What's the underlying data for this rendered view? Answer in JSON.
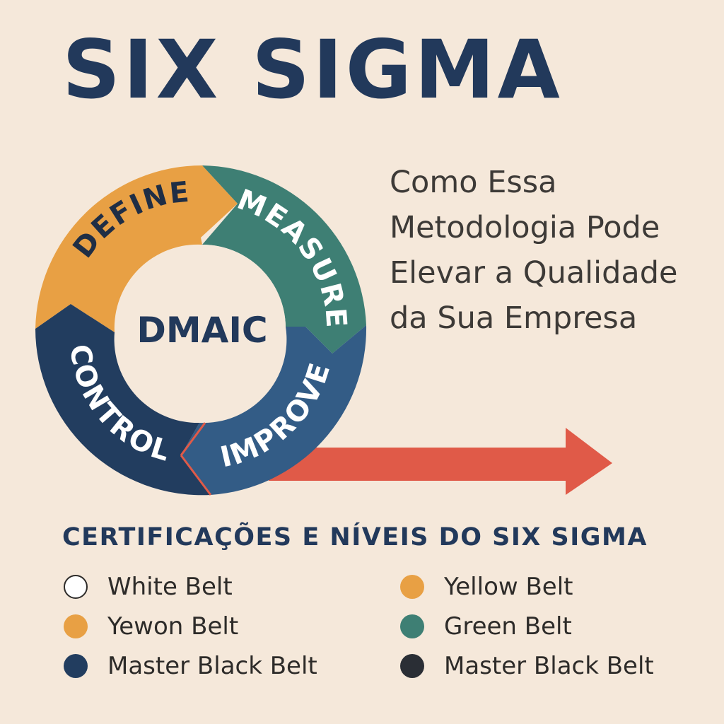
{
  "title": "SIX SIGMA",
  "subtitle": {
    "lines": [
      "Como Essa",
      "Metodologia Pode",
      "Elevar a Qualidade",
      "da Sua Empresa"
    ]
  },
  "dmaic": {
    "center": "DMAIC",
    "segments": [
      {
        "label": "DEFINE",
        "color": "#e8a044"
      },
      {
        "label": "MEASURE",
        "color": "#3e7f74"
      },
      {
        "label": "IMPROVE",
        "color": "#335c86"
      },
      {
        "label": "CONTROL",
        "color": "#223d5f"
      }
    ],
    "arrow_color": "#e05a48"
  },
  "certifications": {
    "heading": "CERTIFICAÇÕES E NÍVEIS DO SIX SIGMA",
    "belts": [
      {
        "label": "White Belt",
        "color": "#ffffff",
        "icon": "circle-outline-icon"
      },
      {
        "label": "Yellow Belt",
        "color": "#e8a044",
        "icon": "circle-icon"
      },
      {
        "label": "Yewon Belt",
        "color": "#e8a044",
        "icon": "circle-icon"
      },
      {
        "label": "Green Belt",
        "color": "#3e7f74",
        "icon": "circle-icon"
      },
      {
        "label": "Master Black Belt",
        "color": "#223d5f",
        "icon": "circle-icon"
      },
      {
        "label": "Master Black Belt",
        "color": "#2a2e35",
        "icon": "circle-icon"
      }
    ]
  }
}
